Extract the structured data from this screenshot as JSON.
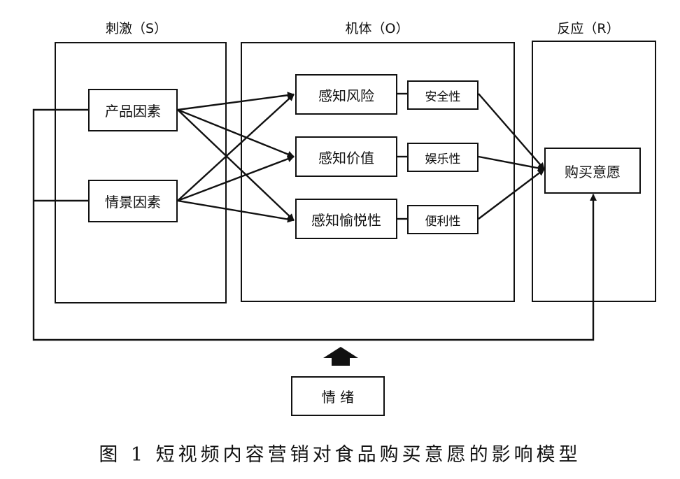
{
  "columns": {
    "stimulus": "刺激（S）",
    "organism": "机体（O）",
    "response": "反应（R）"
  },
  "stimulus_factors": [
    "产品因素",
    "情景因素"
  ],
  "organism_perceptions": [
    "感知风险",
    "感知价值",
    "感知愉悦性"
  ],
  "organism_attributes": [
    "安全性",
    "娱乐性",
    "便利性"
  ],
  "response_outcome": "购买意愿",
  "moderator": "情 绪",
  "caption": "图 1 短视频内容营销对食品购买意愿的影响模型"
}
